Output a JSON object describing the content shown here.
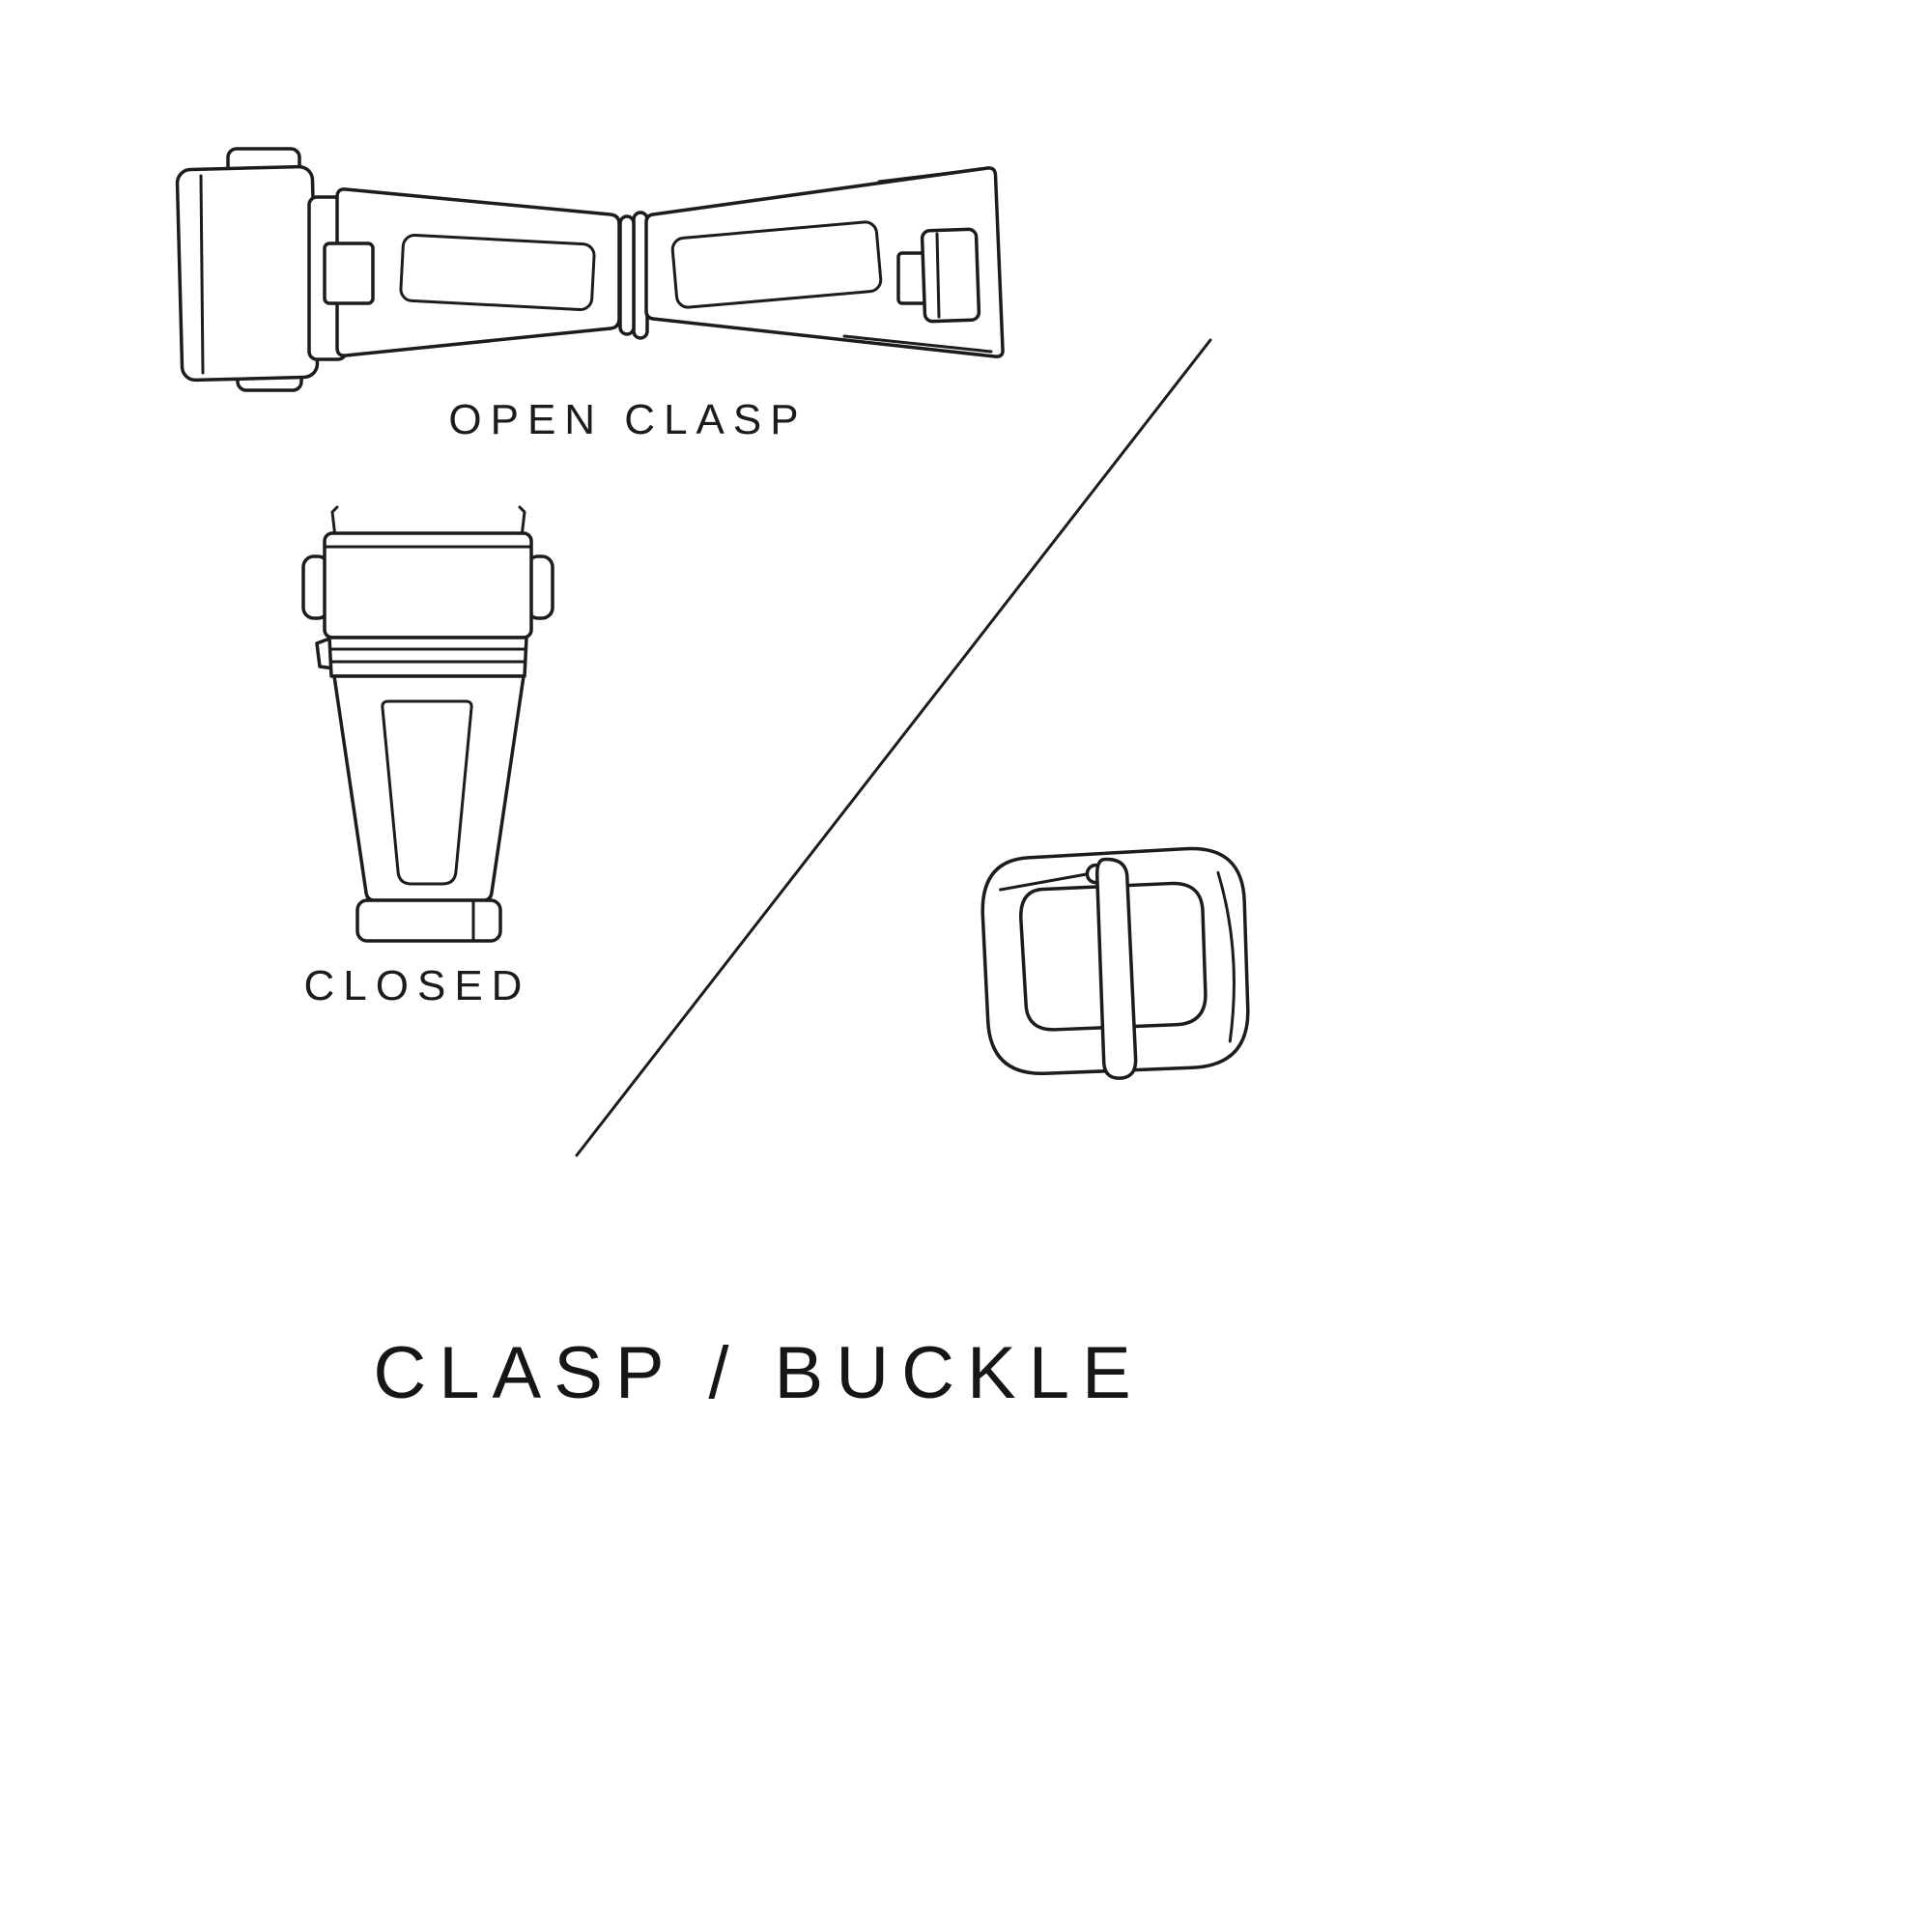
{
  "canvas": {
    "background": "#ffffff",
    "ink": "#1c1c1c"
  },
  "figures": {
    "open_clasp": {
      "label": "OPEN CLASP"
    },
    "closed_clasp": {
      "label": "CLOSED"
    },
    "buckle": {}
  },
  "title": "CLASP / BUCKLE"
}
